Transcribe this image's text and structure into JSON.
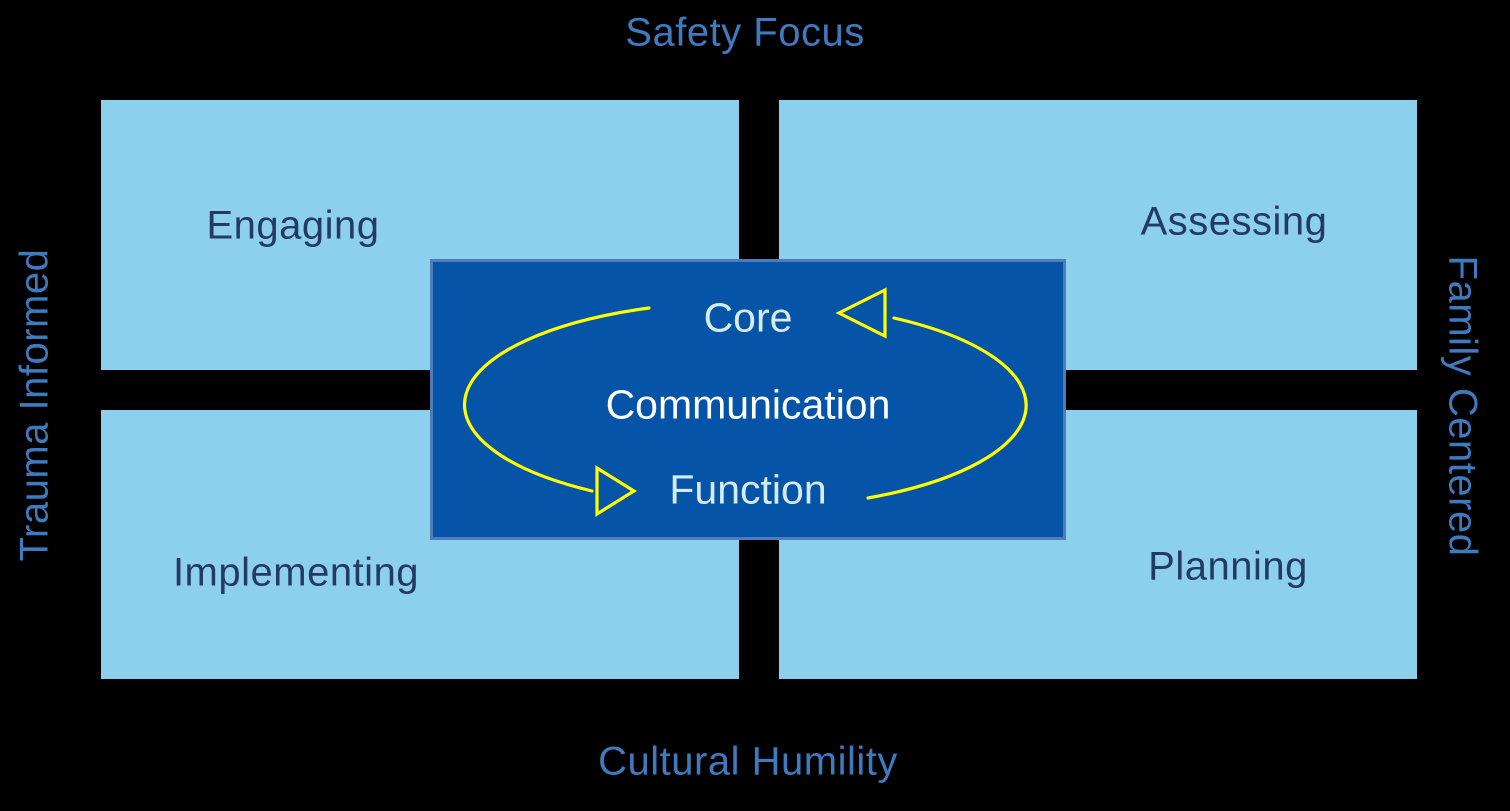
{
  "diagram_title": "Practice model quadrant diagram",
  "colors": {
    "background": "#000000",
    "quadrant_fill": "#8cd0ee",
    "center_fill": "#0554a7",
    "center_border": "#4e7db9",
    "axis_label": "#3e7abe",
    "quadrant_label": "#233a63",
    "center_text_pale": "#d5ebf8",
    "center_text_white": "#ffffff",
    "arrow": "#ffff00"
  },
  "axis_labels": {
    "top": "Safety Focus",
    "right": "Family Centered",
    "bottom": "Cultural Humility",
    "left": "Trauma Informed"
  },
  "quadrants": [
    {
      "position": "top-left",
      "label": "Engaging"
    },
    {
      "position": "top-right",
      "label": "Assessing"
    },
    {
      "position": "bottom-left",
      "label": "Implementing"
    },
    {
      "position": "bottom-right",
      "label": "Planning"
    }
  ],
  "center": {
    "lines": [
      {
        "text": "Core",
        "tone": "pale"
      },
      {
        "text": "Communication",
        "tone": "white"
      },
      {
        "text": "Function",
        "tone": "pale"
      }
    ],
    "arrow_direction": "counterclockwise"
  }
}
